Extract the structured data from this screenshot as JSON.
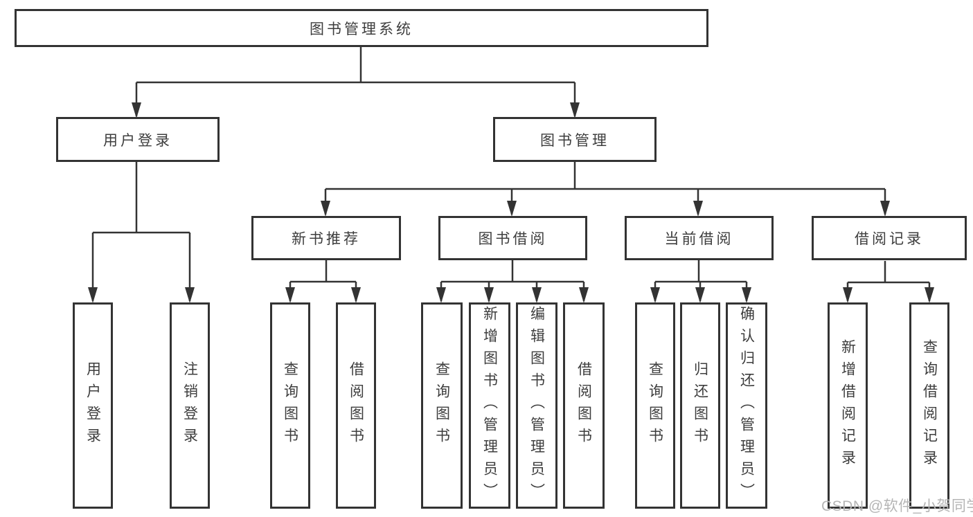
{
  "tree": {
    "root": "图书管理系统",
    "branches": [
      {
        "label": "用户登录",
        "children": [
          "用户登录",
          "注销登录"
        ]
      },
      {
        "label": "图书管理",
        "groups": [
          {
            "label": "新书推荐",
            "children": [
              "查询图书",
              "借阅图书"
            ]
          },
          {
            "label": "图书借阅",
            "children": [
              "查询图书",
              "新增图书（管理员）",
              "编辑图书（管理员）",
              "借阅图书"
            ]
          },
          {
            "label": "当前借阅",
            "children": [
              "查询图书",
              "归还图书",
              "确认归还（管理员）"
            ]
          },
          {
            "label": "借阅记录",
            "children": [
              "新增借阅记录",
              "查询借阅记录"
            ]
          }
        ]
      }
    ]
  },
  "watermark": {
    "text": "CSDN @软件_小贺同学"
  },
  "colors": {
    "line": "#333333",
    "node_text": "#3d3d3d",
    "node_fill": "#ffffff",
    "watermark": "#b5b5b5"
  }
}
